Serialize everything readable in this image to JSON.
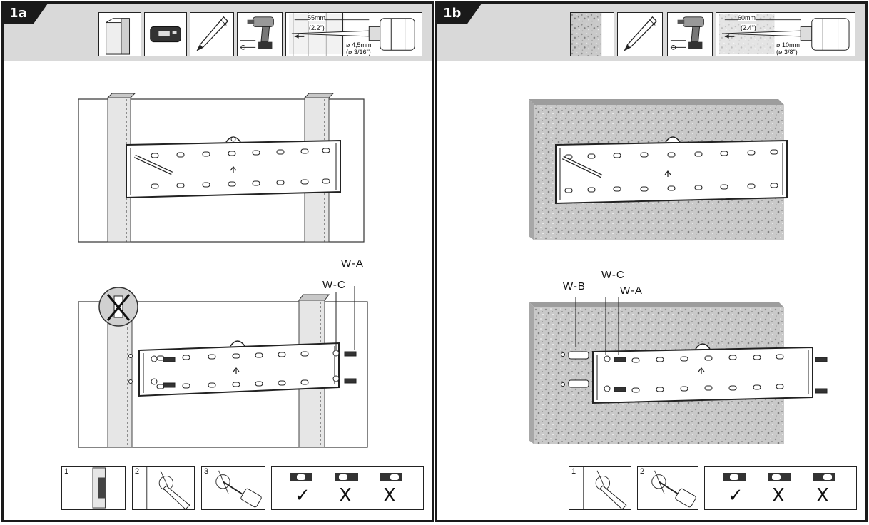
{
  "panel_a": {
    "tab_label": "1a",
    "drill_spec": {
      "depth": "55mm",
      "depth_in": "(2.2\")",
      "dia": "ø 4,5mm",
      "dia_in": "(ø 3/16\")"
    },
    "callouts": {
      "wa": "W-A",
      "wc": "W-C"
    },
    "steps": [
      "1",
      "2",
      "3"
    ],
    "level_marks": [
      "✓",
      "X",
      "X"
    ]
  },
  "panel_b": {
    "tab_label": "1b",
    "drill_spec": {
      "depth": "60mm",
      "depth_in": "(2.4\")",
      "dia": "ø 10mm",
      "dia_in": "(ø 3/8\")"
    },
    "callouts": {
      "wb": "W-B",
      "wc": "W-C",
      "wa": "W-A"
    },
    "steps": [
      "1",
      "2"
    ],
    "level_marks": [
      "✓",
      "X",
      "X"
    ]
  },
  "icons": [
    "stud-icon",
    "stud-finder-icon",
    "pencil-icon",
    "drill-icon",
    "drill-depth-icon",
    "wall-icon",
    "level-icon"
  ]
}
